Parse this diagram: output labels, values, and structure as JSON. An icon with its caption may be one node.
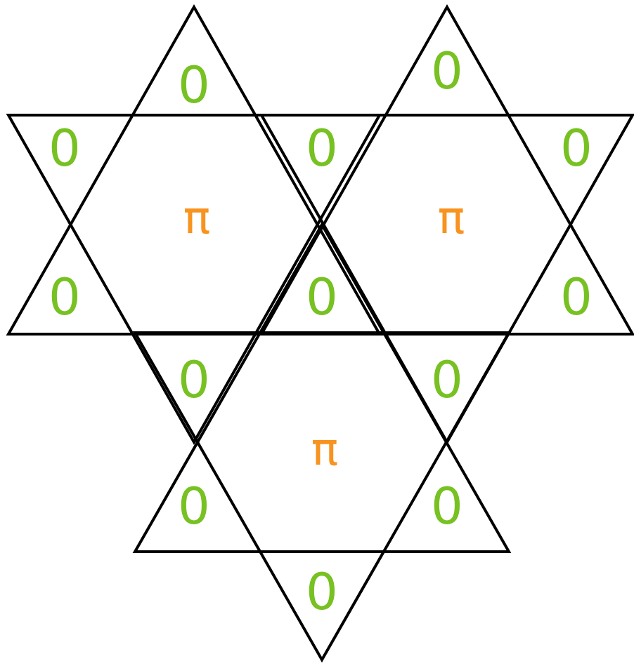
{
  "diagram": {
    "labels": [
      "0",
      "0",
      "0",
      "0",
      "0",
      "π",
      "π",
      "0",
      "0",
      "0",
      "0",
      "0",
      "π",
      "0",
      "0",
      "0"
    ]
  }
}
